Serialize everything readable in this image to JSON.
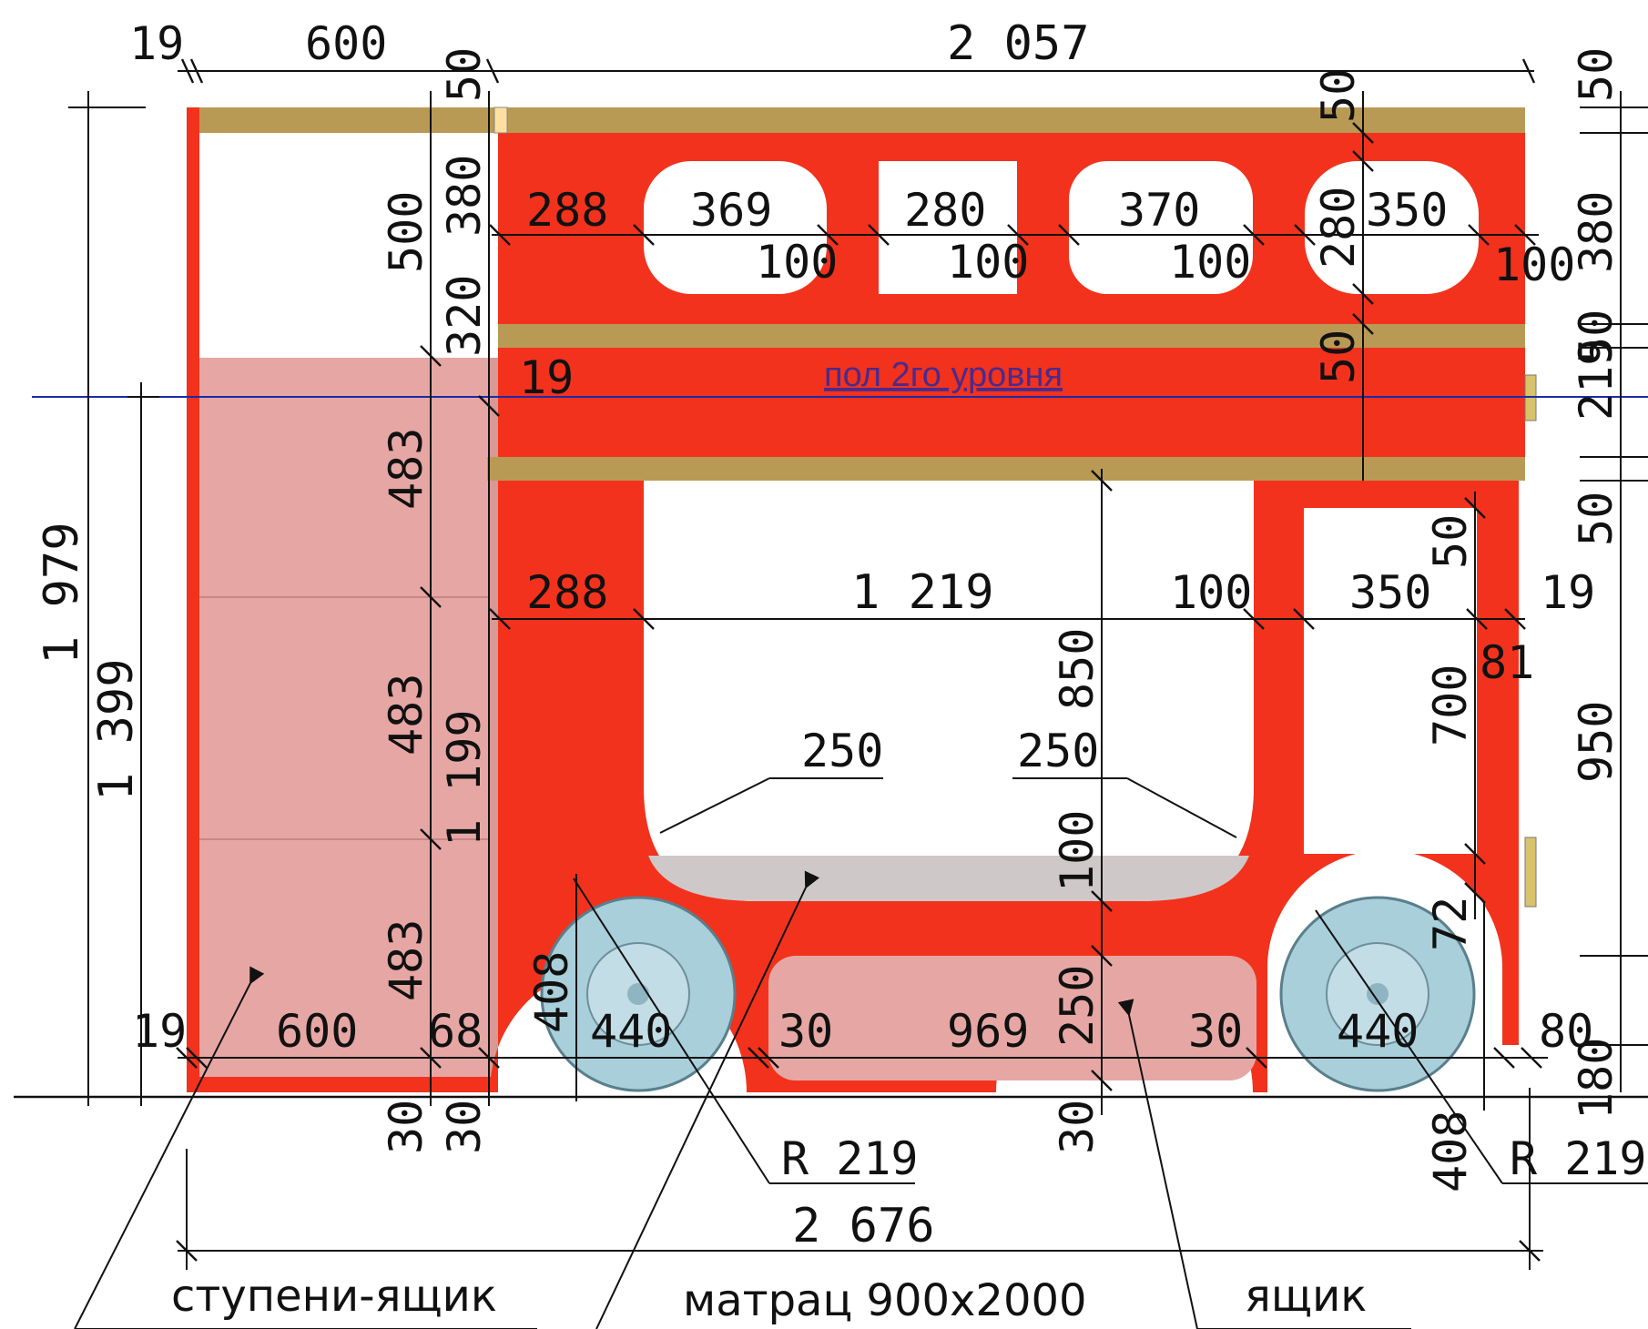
{
  "colors": {
    "bus_red": "#f2321c",
    "wood": "#b99a55",
    "window": "#ffffff",
    "stair_pink": "#e6a7a4",
    "mattress_grey": "#cfc8c8",
    "wheel": "#9fc8d6",
    "floor_line": "#1a2aa8"
  },
  "dimensions": {
    "top_19": "19",
    "top_600": "600",
    "top_50": "50",
    "top_2057": "2 057",
    "right_50a": "50",
    "right_380": "380",
    "right_50b": "50",
    "right_219": "219",
    "right_50c": "50",
    "right_950": "950",
    "right_180": "180",
    "left_1979": "1 979",
    "left_1399": "1 399",
    "v_500": "500",
    "v_380": "380",
    "v_320": "320",
    "v_483a": "483",
    "v_483b": "483",
    "v_483c": "483",
    "v_1199": "1 199",
    "upper_288": "288",
    "win1_369": "369",
    "win1_100": "100",
    "win2_280": "280",
    "win2_100": "100",
    "win3_370": "370",
    "win3_100": "100",
    "win4_280v": "280",
    "win4_350": "350",
    "win4_100": "100",
    "win4_50top": "50",
    "floor_50": "50",
    "floor_19": "19",
    "lower_288": "288",
    "lower_1219": "1 219",
    "lower_100": "100",
    "lower_350": "350",
    "lower_50": "50",
    "lower_19": "19",
    "lower_81": "81",
    "lower_700": "700",
    "v_850": "850",
    "corner_250a": "250",
    "corner_250b": "250",
    "v_100": "100",
    "v_72": "72",
    "v_250": "250",
    "v_408a": "408",
    "v_408b": "408",
    "bot_19": "19",
    "bot_600": "600",
    "bot_68": "68",
    "bot_440a": "440",
    "bot_30a": "30",
    "bot_969": "969",
    "bot_30b": "30",
    "bot_440b": "440",
    "bot_80": "80",
    "bot_30c": "30",
    "bot_30d": "30",
    "bot_30e": "30",
    "r219a": "R 219",
    "r219b": "R 219",
    "total_2676": "2 676"
  },
  "labels": {
    "floor_level": "пол 2го уровня",
    "steps_drawer": "ступени-ящик",
    "mattress": "матрац 900x2000",
    "drawer": "ящик"
  }
}
